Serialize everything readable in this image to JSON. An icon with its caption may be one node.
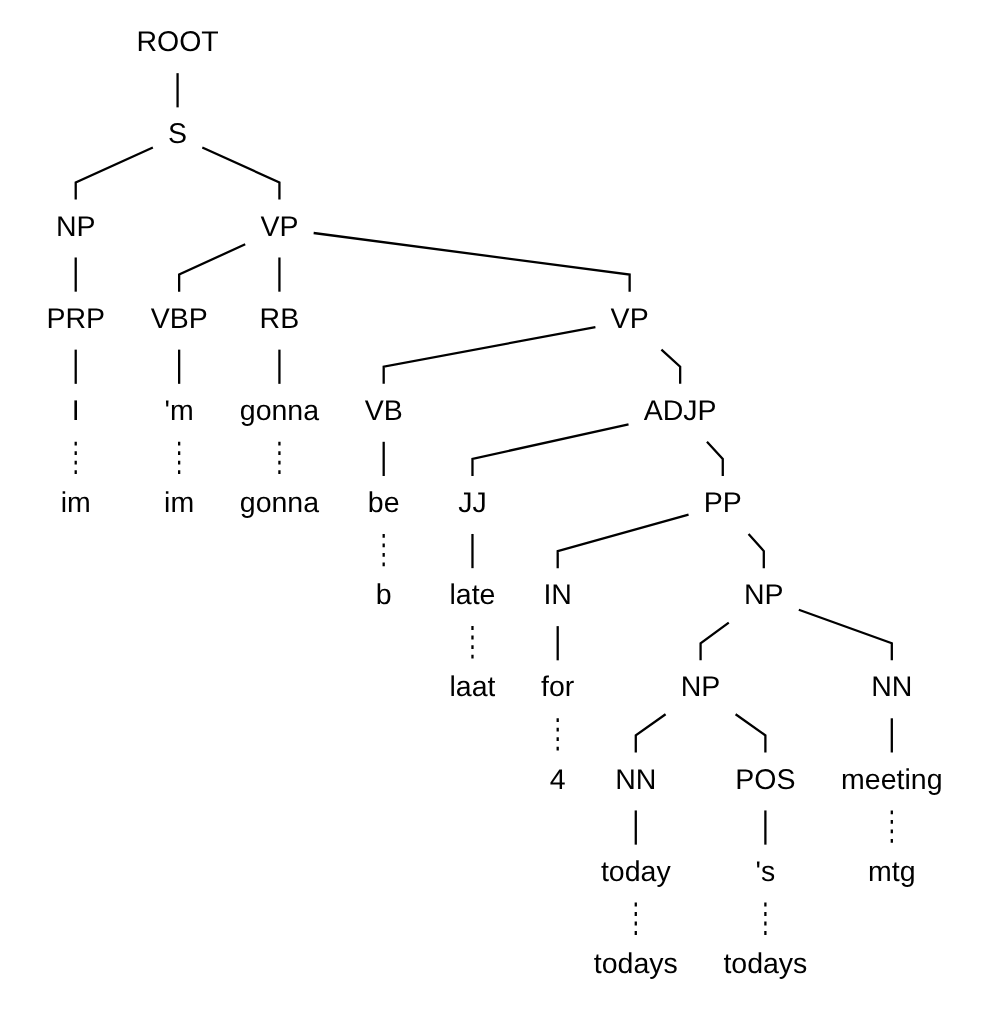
{
  "diagram": {
    "nodes": [
      {
        "text": [
          "ROOT"
        ]
      },
      {
        "text": [
          "S"
        ]
      },
      {
        "text": [
          "NP"
        ]
      },
      {
        "text": [
          "VP"
        ]
      },
      {
        "text": [
          "PRP"
        ]
      },
      {
        "text": [
          "VBP"
        ]
      },
      {
        "text": [
          "RB"
        ]
      },
      {
        "text": [
          "VP"
        ]
      },
      {
        "text": [
          "I"
        ]
      },
      {
        "text": [
          "'m"
        ]
      },
      {
        "text": [
          "gonna"
        ]
      },
      {
        "text": [
          "VB"
        ]
      },
      {
        "text": [
          "ADJP"
        ]
      },
      {
        "text": [
          "im"
        ]
      },
      {
        "text": [
          "im"
        ]
      },
      {
        "text": [
          "gonna"
        ]
      },
      {
        "text": [
          "be"
        ]
      },
      {
        "text": [
          "JJ"
        ]
      },
      {
        "text": [
          "PP"
        ]
      },
      {
        "text": [
          "b"
        ]
      },
      {
        "text": [
          "late"
        ]
      },
      {
        "text": [
          "IN"
        ]
      },
      {
        "text": [
          "NP"
        ]
      },
      {
        "text": [
          "laat"
        ]
      },
      {
        "text": [
          "for"
        ]
      },
      {
        "text": [
          "NP"
        ]
      },
      {
        "text": [
          "NN"
        ]
      },
      {
        "text": [
          "4"
        ]
      },
      {
        "text": [
          "NN"
        ]
      },
      {
        "text": [
          "POS"
        ]
      },
      {
        "text": [
          "meeting"
        ]
      },
      {
        "text": [
          "today"
        ]
      },
      {
        "text": [
          "'s"
        ]
      },
      {
        "text": [
          "mtg"
        ]
      },
      {
        "text": [
          "todays"
        ]
      },
      {
        "text": [
          "todays"
        ]
      }
    ],
    "edges": [
      {
        "from": 0,
        "to": 1,
        "arrow": "none"
      },
      {
        "from": 1,
        "to": 2,
        "arrow": "none"
      },
      {
        "from": 1,
        "to": 3,
        "arrow": "none"
      },
      {
        "from": 2,
        "to": 4,
        "arrow": "none"
      },
      {
        "from": 3,
        "to": 5,
        "arrow": "none"
      },
      {
        "from": 3,
        "to": 6,
        "arrow": "none"
      },
      {
        "from": 3,
        "to": 7,
        "arrow": "none"
      },
      {
        "from": 4,
        "to": 8,
        "arrow": "none"
      },
      {
        "from": 5,
        "to": 9,
        "arrow": "none"
      },
      {
        "from": 6,
        "to": 10,
        "arrow": "none"
      },
      {
        "from": 7,
        "to": 11,
        "arrow": "none"
      },
      {
        "from": 7,
        "to": 12,
        "arrow": "none"
      },
      {
        "from": 8,
        "to": 13,
        "arrow": "none",
        "style": "dashed"
      },
      {
        "from": 9,
        "to": 14,
        "arrow": "none",
        "style": "dashed"
      },
      {
        "from": 10,
        "to": 15,
        "arrow": "none",
        "style": "dashed"
      },
      {
        "from": 11,
        "to": 16,
        "arrow": "none"
      },
      {
        "from": 12,
        "to": 17,
        "arrow": "none"
      },
      {
        "from": 12,
        "to": 18,
        "arrow": "none"
      },
      {
        "from": 16,
        "to": 19,
        "arrow": "none",
        "style": "dashed"
      },
      {
        "from": 17,
        "to": 20,
        "arrow": "none"
      },
      {
        "from": 18,
        "to": 21,
        "arrow": "none"
      },
      {
        "from": 18,
        "to": 22,
        "arrow": "none"
      },
      {
        "from": 20,
        "to": 23,
        "arrow": "none",
        "style": "dashed"
      },
      {
        "from": 21,
        "to": 24,
        "arrow": "none"
      },
      {
        "from": 22,
        "to": 25,
        "arrow": "none"
      },
      {
        "from": 22,
        "to": 28,
        "arrow": "none"
      },
      {
        "from": 24,
        "to": 27,
        "arrow": "none",
        "style": "dashed"
      },
      {
        "from": 25,
        "to": 26,
        "arrow": "none"
      },
      {
        "from": 25,
        "to": 29,
        "arrow": "none"
      },
      {
        "from": 28,
        "to": 30,
        "arrow": "none"
      },
      {
        "from": 26,
        "to": 31,
        "arrow": "none"
      },
      {
        "from": 29,
        "to": 32,
        "arrow": "none"
      },
      {
        "from": 30,
        "to": 33,
        "arrow": "none",
        "style": "dashed"
      },
      {
        "from": 31,
        "to": 34,
        "arrow": "none",
        "style": "dashed"
      },
      {
        "from": 32,
        "to": 35,
        "arrow": "none",
        "style": "dashed"
      }
    ]
  }
}
